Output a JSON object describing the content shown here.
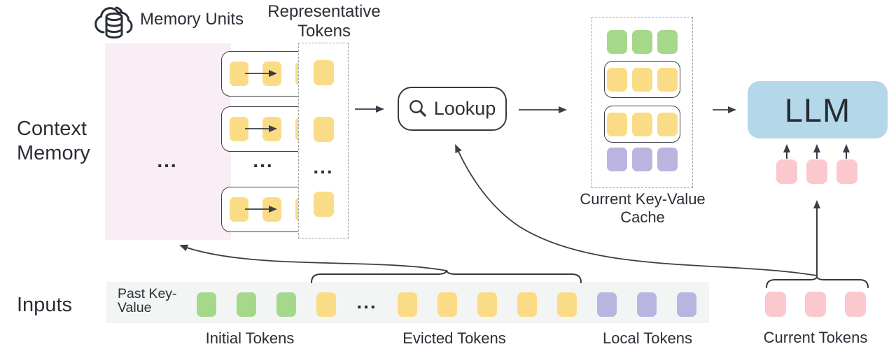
{
  "colors": {
    "token-yellow": "#FBDC86",
    "token-green": "#A6D88C",
    "token-purple": "#B9B5E0",
    "token-pink": "#FBC8CD",
    "llm-blue": "#B4D8EA",
    "memory-bg": "#F9EDF6",
    "input-bar-bg": "#F3F5F4",
    "stroke-dark": "#3A3E46",
    "text-dark": "#2B2F37"
  },
  "labels": {
    "memory_units": "Memory Units",
    "representative_tokens": "Representative Tokens",
    "context_memory": "Context Memory",
    "lookup": "Lookup",
    "current_kv_cache": "Current Key-Value Cache",
    "inputs": "Inputs",
    "past_key_value": "Past Key-Value",
    "initial_tokens": "Initial Tokens",
    "evicted_tokens": "Evicted Tokens",
    "local_tokens": "Local Tokens",
    "current_tokens": "Current Tokens",
    "ellipsis": "..."
  },
  "memory": {
    "unit_count_shown": 3,
    "unit_tokens": [
      "yellow",
      "yellow",
      "yellow"
    ]
  },
  "representative": {
    "column": [
      "yellow",
      "yellow",
      "dots",
      "yellow"
    ]
  },
  "cache": {
    "row_initial": [
      "green",
      "green",
      "green"
    ],
    "row_unit_a": [
      "yellow",
      "yellow",
      "yellow"
    ],
    "row_unit_b": [
      "yellow",
      "yellow",
      "yellow"
    ],
    "row_local": [
      "purple",
      "purple",
      "purple"
    ]
  },
  "llm": {
    "label": "LLM",
    "input_tokens": [
      "pink",
      "pink",
      "pink"
    ]
  },
  "inputs": {
    "sequence": [
      "green",
      "green",
      "green",
      "yellow",
      "dots",
      "yellow",
      "yellow",
      "yellow",
      "yellow",
      "yellow",
      "purple",
      "purple",
      "purple"
    ]
  },
  "current": {
    "tokens": [
      "pink",
      "pink",
      "pink"
    ]
  }
}
